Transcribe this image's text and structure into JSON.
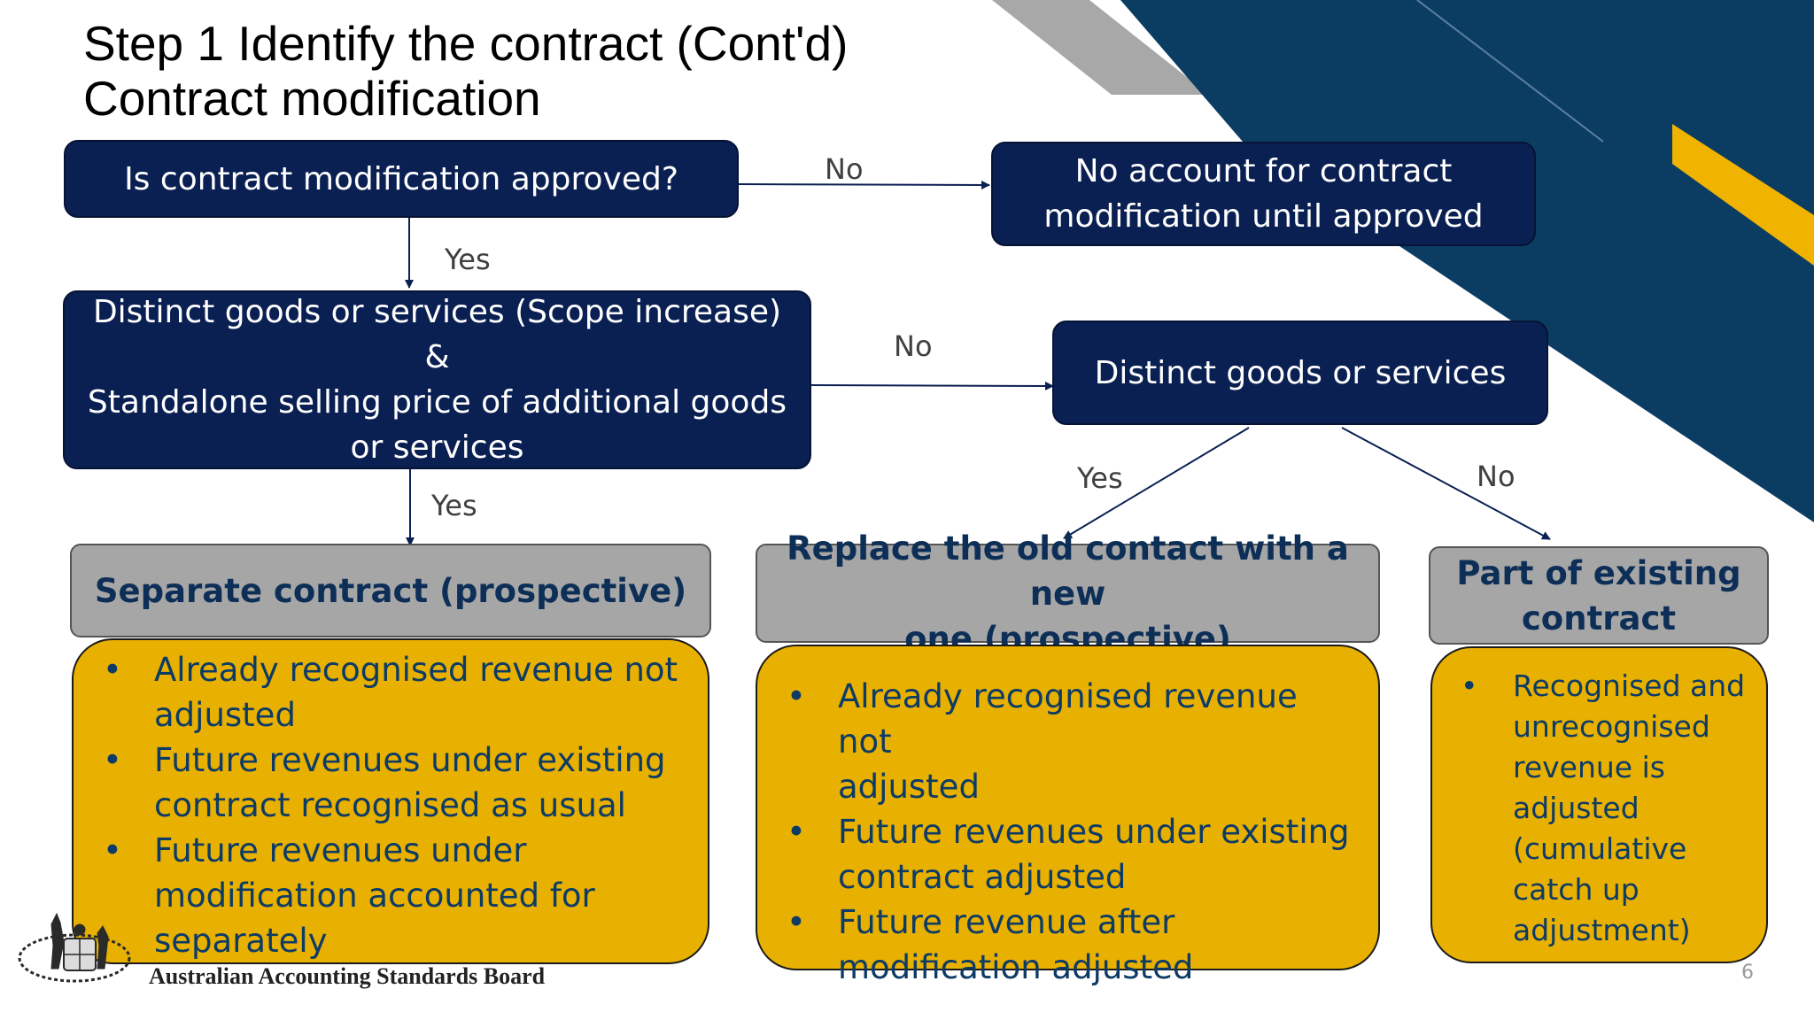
{
  "title": {
    "line1": "Step 1 Identify the contract (Cont'd)",
    "line2": "Contract modification"
  },
  "boxes": {
    "approved_q": "Is contract modification approved?",
    "no_account": [
      "No account for contract",
      "modification until approved"
    ],
    "distinct_scope": [
      "Distinct goods or services (Scope increase)",
      "&",
      "Standalone selling price of additional goods",
      "or services"
    ],
    "distinct_goods": "Distinct goods or services"
  },
  "edge_labels": {
    "no1": "No",
    "yes1": "Yes",
    "no2": "No",
    "yes2": "Yes",
    "yes3": "Yes",
    "no3": "No"
  },
  "outcomes": [
    {
      "heading": [
        "Separate contract (prospective)"
      ],
      "bullets": [
        [
          "Already recognised revenue not",
          "adjusted"
        ],
        [
          "Future revenues under existing",
          "contract recognised as usual"
        ],
        [
          "Future revenues under",
          "modification accounted for",
          "separately"
        ]
      ]
    },
    {
      "heading": [
        "Replace the old contact with a new",
        "one (prospective)"
      ],
      "bullets": [
        [
          "Already recognised revenue not",
          "adjusted"
        ],
        [
          "Future revenues under existing",
          "contract adjusted"
        ],
        [
          "Future revenue after",
          "modification adjusted"
        ]
      ]
    },
    {
      "heading": [
        "Part of existing",
        "contract"
      ],
      "bullets": [
        [
          "Recognised and",
          "unrecognised",
          "revenue is",
          "adjusted",
          "(cumulative",
          "catch up",
          "adjustment)"
        ]
      ]
    }
  ],
  "bullet_glyph": "•",
  "footer": {
    "org": "Australian Accounting Standards Board",
    "page": "6"
  },
  "colors": {
    "decision_box": "#0a1f52",
    "outcome_heading": "#a6a6a6",
    "outcome_body": "#e8b000",
    "heading_text": "#0d2f57",
    "corner_navy": "#0b3d63",
    "corner_gold": "#f0b400",
    "corner_grey": "#a8a8a8"
  }
}
